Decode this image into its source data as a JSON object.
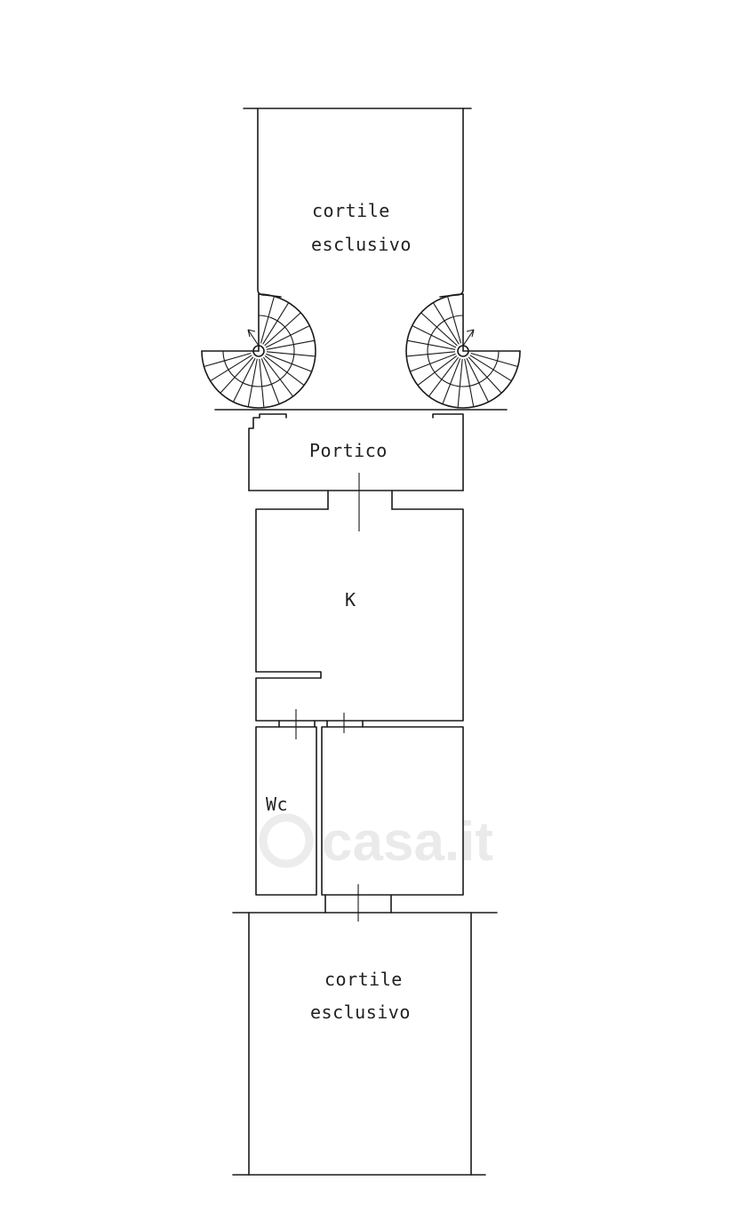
{
  "rooms": {
    "top_courtyard": {
      "line1": "cortile",
      "line2": "esclusivo"
    },
    "portico": {
      "label": "Portico"
    },
    "kitchen": {
      "label": "K"
    },
    "bathroom": {
      "label": "Wc"
    },
    "bottom_courtyard": {
      "line1": "cortile",
      "line2": "esclusivo"
    }
  },
  "watermark": {
    "text": "casa.it"
  },
  "colors": {
    "line": "#1a1a1a",
    "text": "#222222",
    "watermark": "#e4e4e4",
    "background": "#ffffff"
  },
  "icons": {
    "stairs": "spiral-staircase",
    "watermark_logo": "house-in-circle"
  }
}
